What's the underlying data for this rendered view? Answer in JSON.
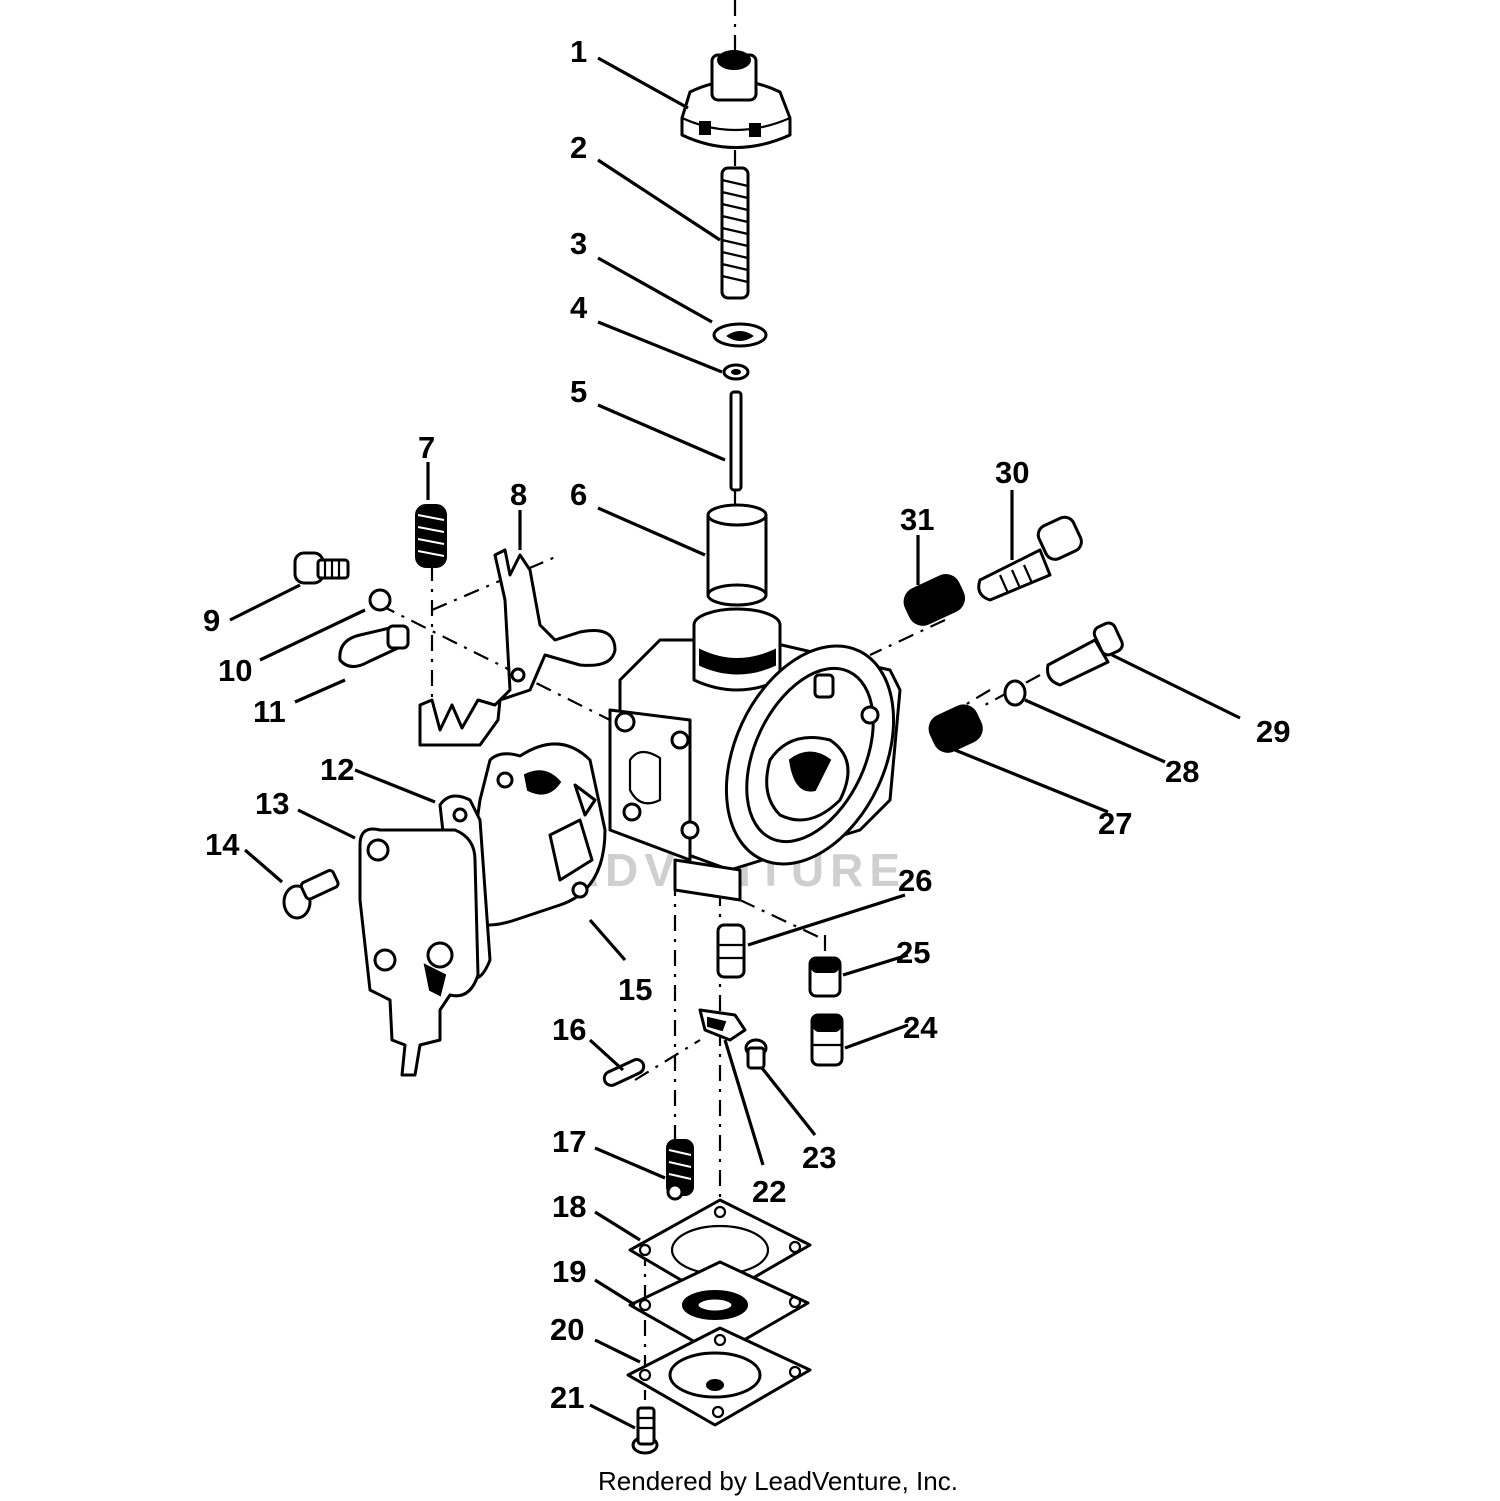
{
  "diagram": {
    "watermark": "LEADVENTURE",
    "footer": "Rendered by LeadVenture, Inc.",
    "callouts": [
      "1",
      "2",
      "3",
      "4",
      "5",
      "6",
      "7",
      "8",
      "9",
      "10",
      "11",
      "12",
      "13",
      "14",
      "15",
      "16",
      "17",
      "18",
      "19",
      "20",
      "21",
      "22",
      "23",
      "24",
      "25",
      "26",
      "27",
      "28",
      "29",
      "30",
      "31"
    ]
  }
}
